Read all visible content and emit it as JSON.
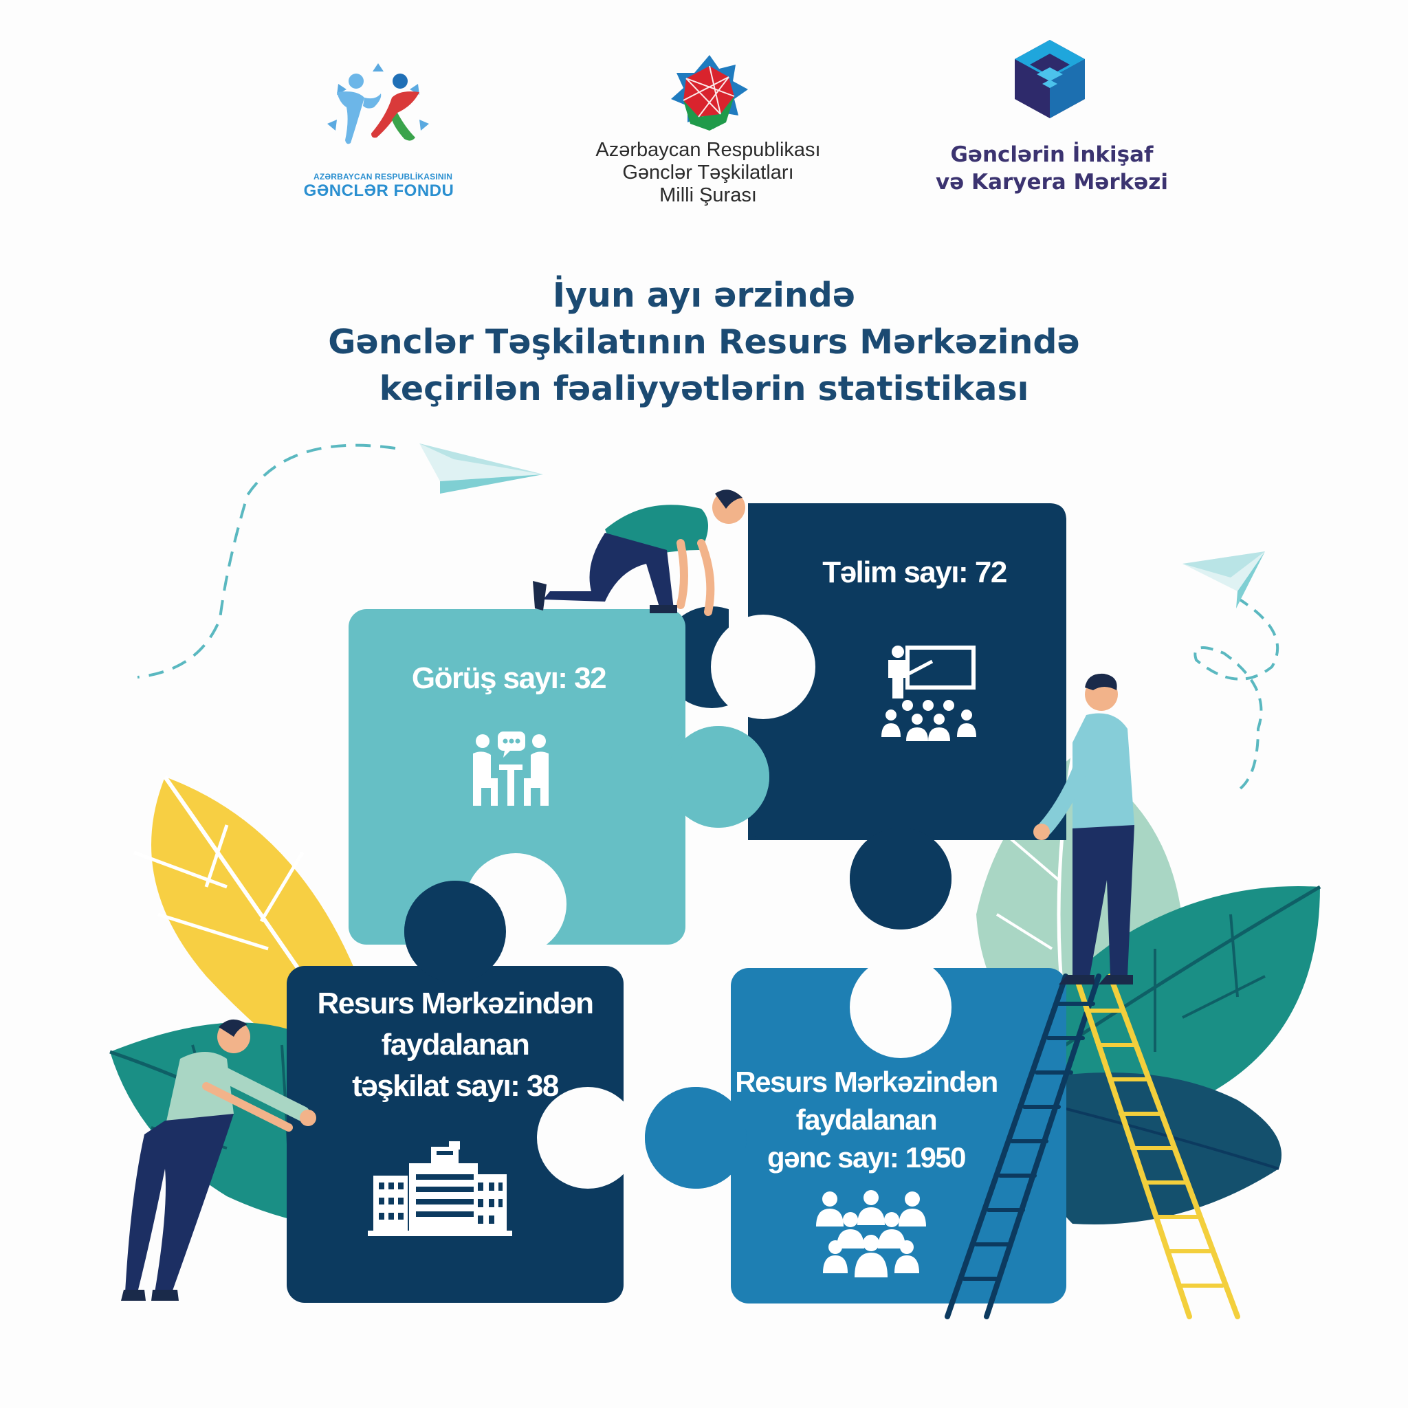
{
  "logos": {
    "youth_fund": {
      "line1": "AZƏRBAYCAN RESPUBLİKASININ",
      "line2": "GƏNCLƏR FONDU"
    },
    "council": {
      "line1": "Azərbaycan Respublikası",
      "line2": "Gənclər Təşkilatları",
      "line3": "Milli Şurası"
    },
    "career_center": {
      "line1": "Gənclərin İnkişaf",
      "line2": "və Karyera Mərkəzi"
    }
  },
  "title": {
    "line1": "İyun ayı ərzində",
    "line2": "Gənclər Təşkilatının Resurs Mərkəzində",
    "line3": "keçirilən fəaliyyətlərin statistikası"
  },
  "stats": {
    "meetings": {
      "label": "Görüş sayı: 32",
      "icon": "meeting-icon"
    },
    "trainings": {
      "label": "Təlim sayı: 72",
      "icon": "training-icon"
    },
    "organizations": {
      "line1": "Resurs Mərkəzindən",
      "line2": "faydalanan",
      "line3": "təşkilat sayı: 38",
      "icon": "building-icon"
    },
    "youth": {
      "line1": "Resurs Mərkəzindən",
      "line2": "faydalanan",
      "line3": "gənc sayı: 1950",
      "icon": "people-icon"
    }
  },
  "colors": {
    "teal_piece": "#66bfc5",
    "navy_piece": "#0c3a5f",
    "blue_piece": "#1e7fb3",
    "title": "#1b4a72",
    "leaf_yellow": "#f7cf43",
    "leaf_green": "#1a8f85",
    "leaf_light": "#a9d6c4"
  }
}
